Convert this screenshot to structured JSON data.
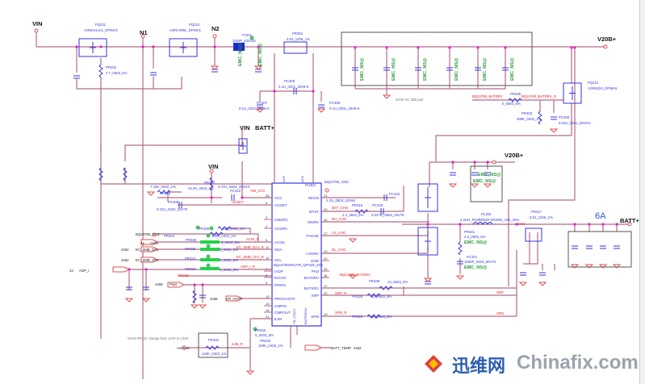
{
  "colors": {
    "wire": "#b56a88",
    "component": "#3535d8",
    "net_label": "#e02020",
    "emc": "#2a9a3a",
    "power": "#111111",
    "current": "#2b57d6"
  },
  "ic": {
    "ref": "PU301",
    "part": "BQ24780SRUYR_QFN28_4X4",
    "supply": "BQ24780_VDD",
    "top_pins": [
      {
        "name": "ACP",
        "num": "1"
      },
      {
        "name": "ACN",
        "num": "2"
      }
    ],
    "bottom_pins": [
      {
        "name": "TB_STAT#",
        "num": "15"
      },
      {
        "name": "BATPRES#",
        "num": "18"
      }
    ],
    "left_pins": [
      {
        "name": "VCC",
        "num": "28"
      },
      {
        "name": "ACDET",
        "num": "6"
      },
      {
        "name": "CMSRC",
        "num": "3"
      },
      {
        "name": "ACDRV",
        "num": "4"
      },
      {
        "name": "ACOK",
        "num": "5"
      },
      {
        "name": "SDA",
        "num": "11"
      },
      {
        "name": "SCL",
        "num": "12"
      },
      {
        "name": "IADP",
        "num": "7"
      },
      {
        "name": "IDCHG",
        "num": "8"
      },
      {
        "name": "PMON",
        "num": "9"
      },
      {
        "name": "PROCHOT#",
        "num": "10"
      },
      {
        "name": "CMPIN",
        "num": "13"
      },
      {
        "name": "CMPOUT",
        "num": "14"
      },
      {
        "name": "ILIM",
        "num": "21"
      }
    ],
    "right_pins": [
      {
        "name": "REGN",
        "num": "24"
      },
      {
        "name": "BTST",
        "num": "25"
      },
      {
        "name": "HIDRV",
        "num": "26"
      },
      {
        "name": "PHASE",
        "num": "27"
      },
      {
        "name": "LODRV",
        "num": "23"
      },
      {
        "name": "GND",
        "num": "22"
      },
      {
        "name": "PAD",
        "num": "29"
      },
      {
        "name": "BATDRV",
        "num": "16"
      },
      {
        "name": "BATSRC",
        "num": "17"
      },
      {
        "name": "SRP",
        "num": "20"
      },
      {
        "name": "SRN",
        "num": "19"
      }
    ]
  },
  "labels": [
    {
      "text": "VIN",
      "type": "power"
    },
    {
      "text": "PQ211",
      "type": "ref"
    },
    {
      "text": "AON6414AL_DFN8-5",
      "type": "ref"
    },
    {
      "text": "N1",
      "type": "power"
    },
    {
      "text": "PQ212",
      "type": "ref"
    },
    {
      "text": "AON7408L_DFN8-5",
      "type": "ref"
    },
    {
      "text": "N2",
      "type": "power"
    },
    {
      "text": "PJ201",
      "type": "ref"
    },
    {
      "text": "JUMP_43X118",
      "type": "ref"
    },
    {
      "text": "PR301",
      "type": "ref"
    },
    {
      "text": "0.01_1206_1%",
      "type": "ref"
    },
    {
      "text": "V20B+",
      "type": "power"
    },
    {
      "text": "PR202",
      "type": "ref"
    },
    {
      "text": "4.7_0603_5%",
      "type": "ref"
    },
    {
      "text": "PC305",
      "type": "ref"
    },
    {
      "text": "0.1U_0201_25V6-K",
      "type": "ref"
    },
    {
      "text": "PC307",
      "type": "ref"
    },
    {
      "text": "0.1U_0201_25V6-K",
      "type": "ref"
    },
    {
      "text": "PC306",
      "type": "ref"
    },
    {
      "text": "0.1U_0201_25V6-K",
      "type": "ref"
    },
    {
      "text": "03/30 SC 0B0 part",
      "type": "note"
    },
    {
      "text": "BQ24780_BATDRV",
      "type": "net"
    },
    {
      "text": "PR345",
      "type": "ref"
    },
    {
      "text": "0_0603_5%",
      "type": "ref"
    },
    {
      "text": "BQ24780_BATDRV_R",
      "type": "net"
    },
    {
      "text": "PQ214",
      "type": "ref"
    },
    {
      "text": "AON6324_DFN8-5",
      "type": "ref"
    },
    {
      "text": "PR303",
      "type": "ref"
    },
    {
      "text": "499K_0402_1%",
      "type": "ref"
    },
    {
      "text": "PC308",
      "type": "ref"
    },
    {
      "text": "0.01U_0201_25V6-K",
      "type": "ref"
    },
    {
      "text": "VIN",
      "type": "power"
    },
    {
      "text": "BATT+",
      "type": "power"
    },
    {
      "text": "VIN",
      "type": "power"
    },
    {
      "text": "7.15K_0402_1%",
      "type": "ref"
    },
    {
      "text": "PR316",
      "type": "ref"
    },
    {
      "text": "PC309",
      "type": "ref"
    },
    {
      "text": "0.01U_0402_25V7K",
      "type": "ref"
    },
    {
      "text": "PR312",
      "type": "ref"
    },
    {
      "text": "44.2K_0402_1%",
      "type": "ref"
    },
    {
      "text": "0.47U_0603_25V6-K",
      "type": "ref"
    },
    {
      "text": "PC310",
      "type": "ref"
    },
    {
      "text": "780_VCC",
      "type": "net"
    },
    {
      "text": "ACDET",
      "type": "net"
    },
    {
      "text": "BQ24780_VDD",
      "type": "ref"
    },
    {
      "text": "PU301",
      "type": "ref"
    },
    {
      "text": "2.2U_0603_10V6K",
      "type": "ref"
    },
    {
      "text": "PC316",
      "type": "ref"
    },
    {
      "text": "BST_CHG",
      "type": "net"
    },
    {
      "text": "PR318",
      "type": "ref"
    },
    {
      "text": "2.2_0603_5%",
      "type": "ref"
    },
    {
      "text": "PC318",
      "type": "ref"
    },
    {
      "text": "0.047U_0603_25V7K",
      "type": "ref"
    },
    {
      "text": "DH_CHG",
      "type": "net"
    },
    {
      "text": "LX_CHG",
      "type": "net"
    },
    {
      "text": "DL_CHG",
      "type": "net"
    },
    {
      "text": "BQ24780_BATDRV",
      "type": "net"
    },
    {
      "text": "PR338",
      "type": "ref"
    },
    {
      "text": "10_0603_5%",
      "type": "ref"
    },
    {
      "text": "SRP_R",
      "type": "net"
    },
    {
      "text": "PR328",
      "type": "ref"
    },
    {
      "text": "10_0603_5%",
      "type": "ref"
    },
    {
      "text": "SRN_R",
      "type": "net"
    },
    {
      "text": "PR329",
      "type": "ref"
    },
    {
      "text": "10_0603_5%",
      "type": "ref"
    },
    {
      "text": "V20B+",
      "type": "power"
    },
    {
      "text": "PL302",
      "type": "ref"
    },
    {
      "text": "2.2UH_PCMB063T-2R2MS_10A_20%",
      "type": "ref"
    },
    {
      "text": "PR317",
      "type": "ref"
    },
    {
      "text": "0.01_1206_1%",
      "type": "ref"
    },
    {
      "text": "6A",
      "type": "current"
    },
    {
      "text": "BATT+",
      "type": "power"
    },
    {
      "text": "CHG",
      "type": "net"
    },
    {
      "text": "PR321",
      "type": "ref"
    },
    {
      "text": "2.2_0805_5%",
      "type": "ref"
    },
    {
      "text": "EMC_NS@",
      "type": "emc"
    },
    {
      "text": "PC321",
      "type": "ref"
    },
    {
      "text": "1000P_0402_50V7K",
      "type": "ref"
    },
    {
      "text": "EMC_NS@",
      "type": "emc"
    },
    {
      "text": "SRP",
      "type": "net"
    },
    {
      "text": "SRN",
      "type": "net"
    },
    {
      "text": "BQ24780_VDD",
      "type": "label"
    },
    {
      "text": "PR324",
      "type": "ref"
    },
    {
      "text": "100K_0402_1%",
      "type": "ref"
    },
    {
      "text": "PR339",
      "type": "ref"
    },
    {
      "text": "20K_0402_1%",
      "type": "ref"
    },
    {
      "text": "44",
      "type": "label"
    },
    {
      "text": "ACIN",
      "type": "label"
    },
    {
      "text": "4452",
      "type": "label"
    },
    {
      "text": "EC_SMB_DA1",
      "type": "label"
    },
    {
      "text": "4452",
      "type": "label"
    },
    {
      "text": "EC_SMB_CK1",
      "type": "label"
    },
    {
      "text": "44",
      "type": "label"
    },
    {
      "text": "ADP_I",
      "type": "label"
    },
    {
      "text": "PR325",
      "type": "ref"
    },
    {
      "text": "0_0402_5%",
      "type": "ref"
    },
    {
      "text": "PR326",
      "type": "ref"
    },
    {
      "text": "0_0402_5%",
      "type": "ref"
    },
    {
      "text": "PR322",
      "type": "ref"
    },
    {
      "text": "0_0402_5%",
      "type": "ref"
    },
    {
      "text": "PR323",
      "type": "ref"
    },
    {
      "text": "0_0402_5%",
      "type": "ref"
    },
    {
      "text": "ACIN_R",
      "type": "net"
    },
    {
      "text": "EC_SMB_DA1_R",
      "type": "net"
    },
    {
      "text": "EC_SMB_CK1_R",
      "type": "net"
    },
    {
      "text": "ADP_I_R",
      "type": "net"
    },
    {
      "text": "IDCHG",
      "type": "net"
    },
    {
      "text": "4458",
      "type": "label"
    },
    {
      "text": "Psys",
      "type": "label"
    },
    {
      "text": "4458",
      "type": "label"
    },
    {
      "text": "VR_HOT#",
      "type": "label"
    },
    {
      "text": "03/19 PR331 change from 137K to 133K",
      "type": "note"
    },
    {
      "text": "+3VALW",
      "type": "label"
    },
    {
      "text": "PR331",
      "type": "ref"
    },
    {
      "text": "133K_0402_1%",
      "type": "ref"
    },
    {
      "text": "ILIM_R",
      "type": "net"
    },
    {
      "text": "PR330",
      "type": "ref"
    },
    {
      "text": "0_0402_5%",
      "type": "ref"
    },
    {
      "text": "PR332",
      "type": "ref"
    },
    {
      "text": "100K_0402_1%",
      "type": "ref"
    },
    {
      "text": "BATT_TEMP",
      "type": "label"
    },
    {
      "text": "4452",
      "type": "label"
    },
    {
      "text": "EMC_NS@",
      "type": "emc"
    },
    {
      "text": "EMC_NS@",
      "type": "emc"
    },
    {
      "text": "EMC_NS@",
      "type": "emc"
    },
    {
      "text": "EMC_NS@",
      "type": "emc"
    },
    {
      "text": "EMC_NS@",
      "type": "emc"
    },
    {
      "text": "EMC_NS@",
      "type": "emc"
    },
    {
      "text": "EMC_NS@",
      "type": "emc"
    },
    {
      "text": "EMC_NS@",
      "type": "emc"
    },
    {
      "text": "EMC_NS@",
      "type": "emc"
    },
    {
      "text": "EMC_NS@",
      "type": "emc"
    }
  ],
  "watermark": {
    "cn": "迅维网",
    "en": "Chinafix.com"
  }
}
